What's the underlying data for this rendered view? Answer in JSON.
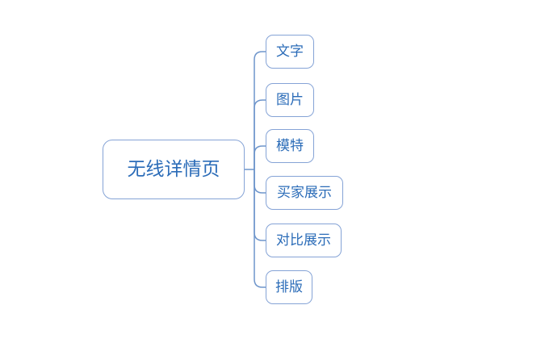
{
  "diagram": {
    "type": "mindmap",
    "root": {
      "label": "无线详情页"
    },
    "children": [
      {
        "label": "文字"
      },
      {
        "label": "图片"
      },
      {
        "label": "模特"
      },
      {
        "label": "买家展示"
      },
      {
        "label": "对比展示"
      },
      {
        "label": "排版"
      }
    ],
    "colors": {
      "background": "#ffffff",
      "node_border": "#85a3d6",
      "connector": "#6e95cb",
      "text": "#2b6cb8"
    }
  }
}
